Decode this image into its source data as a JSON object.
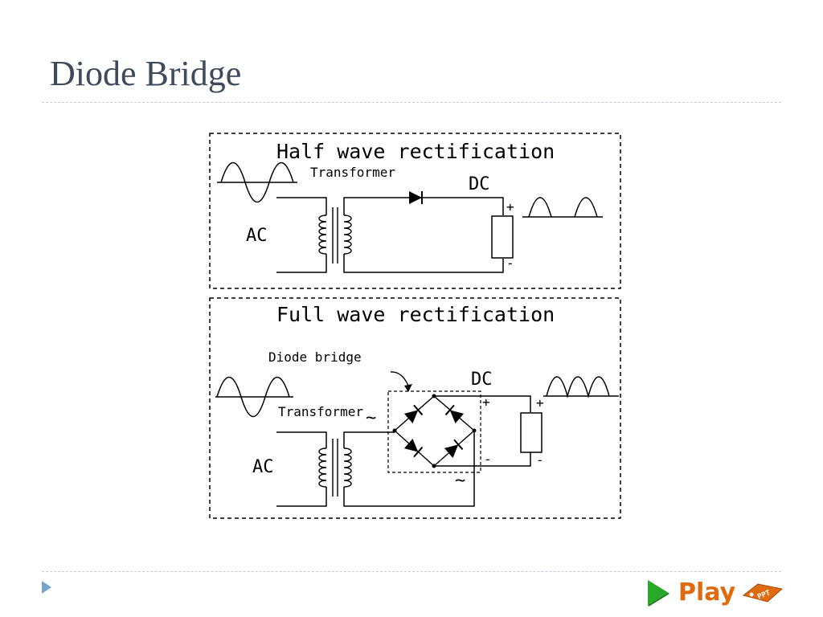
{
  "slide": {
    "title": "Diode Bridge"
  },
  "diagram": {
    "half_wave": {
      "title": "Half wave rectification",
      "transformer_label": "Transformer",
      "ac_label": "AC",
      "dc_label": "DC",
      "plus": "+",
      "minus": "-"
    },
    "full_wave": {
      "title": "Full wave rectification",
      "bridge_label": "Diode bridge",
      "transformer_label": "Transformer",
      "ac_label": "AC",
      "dc_label": "DC",
      "plus": "+",
      "minus": "-",
      "ac_symbol": "~"
    }
  },
  "footer": {
    "play_label": "Play",
    "ppt_tag": "PPT"
  },
  "icons": [
    "play-triangle-icon",
    "ppt-tag-icon",
    "bullet-arrow-icon"
  ],
  "colors": {
    "title": "#3f4a5a",
    "play_green": "#2aa82a",
    "play_orange": "#e06a10",
    "divider": "#c4ccd6"
  }
}
